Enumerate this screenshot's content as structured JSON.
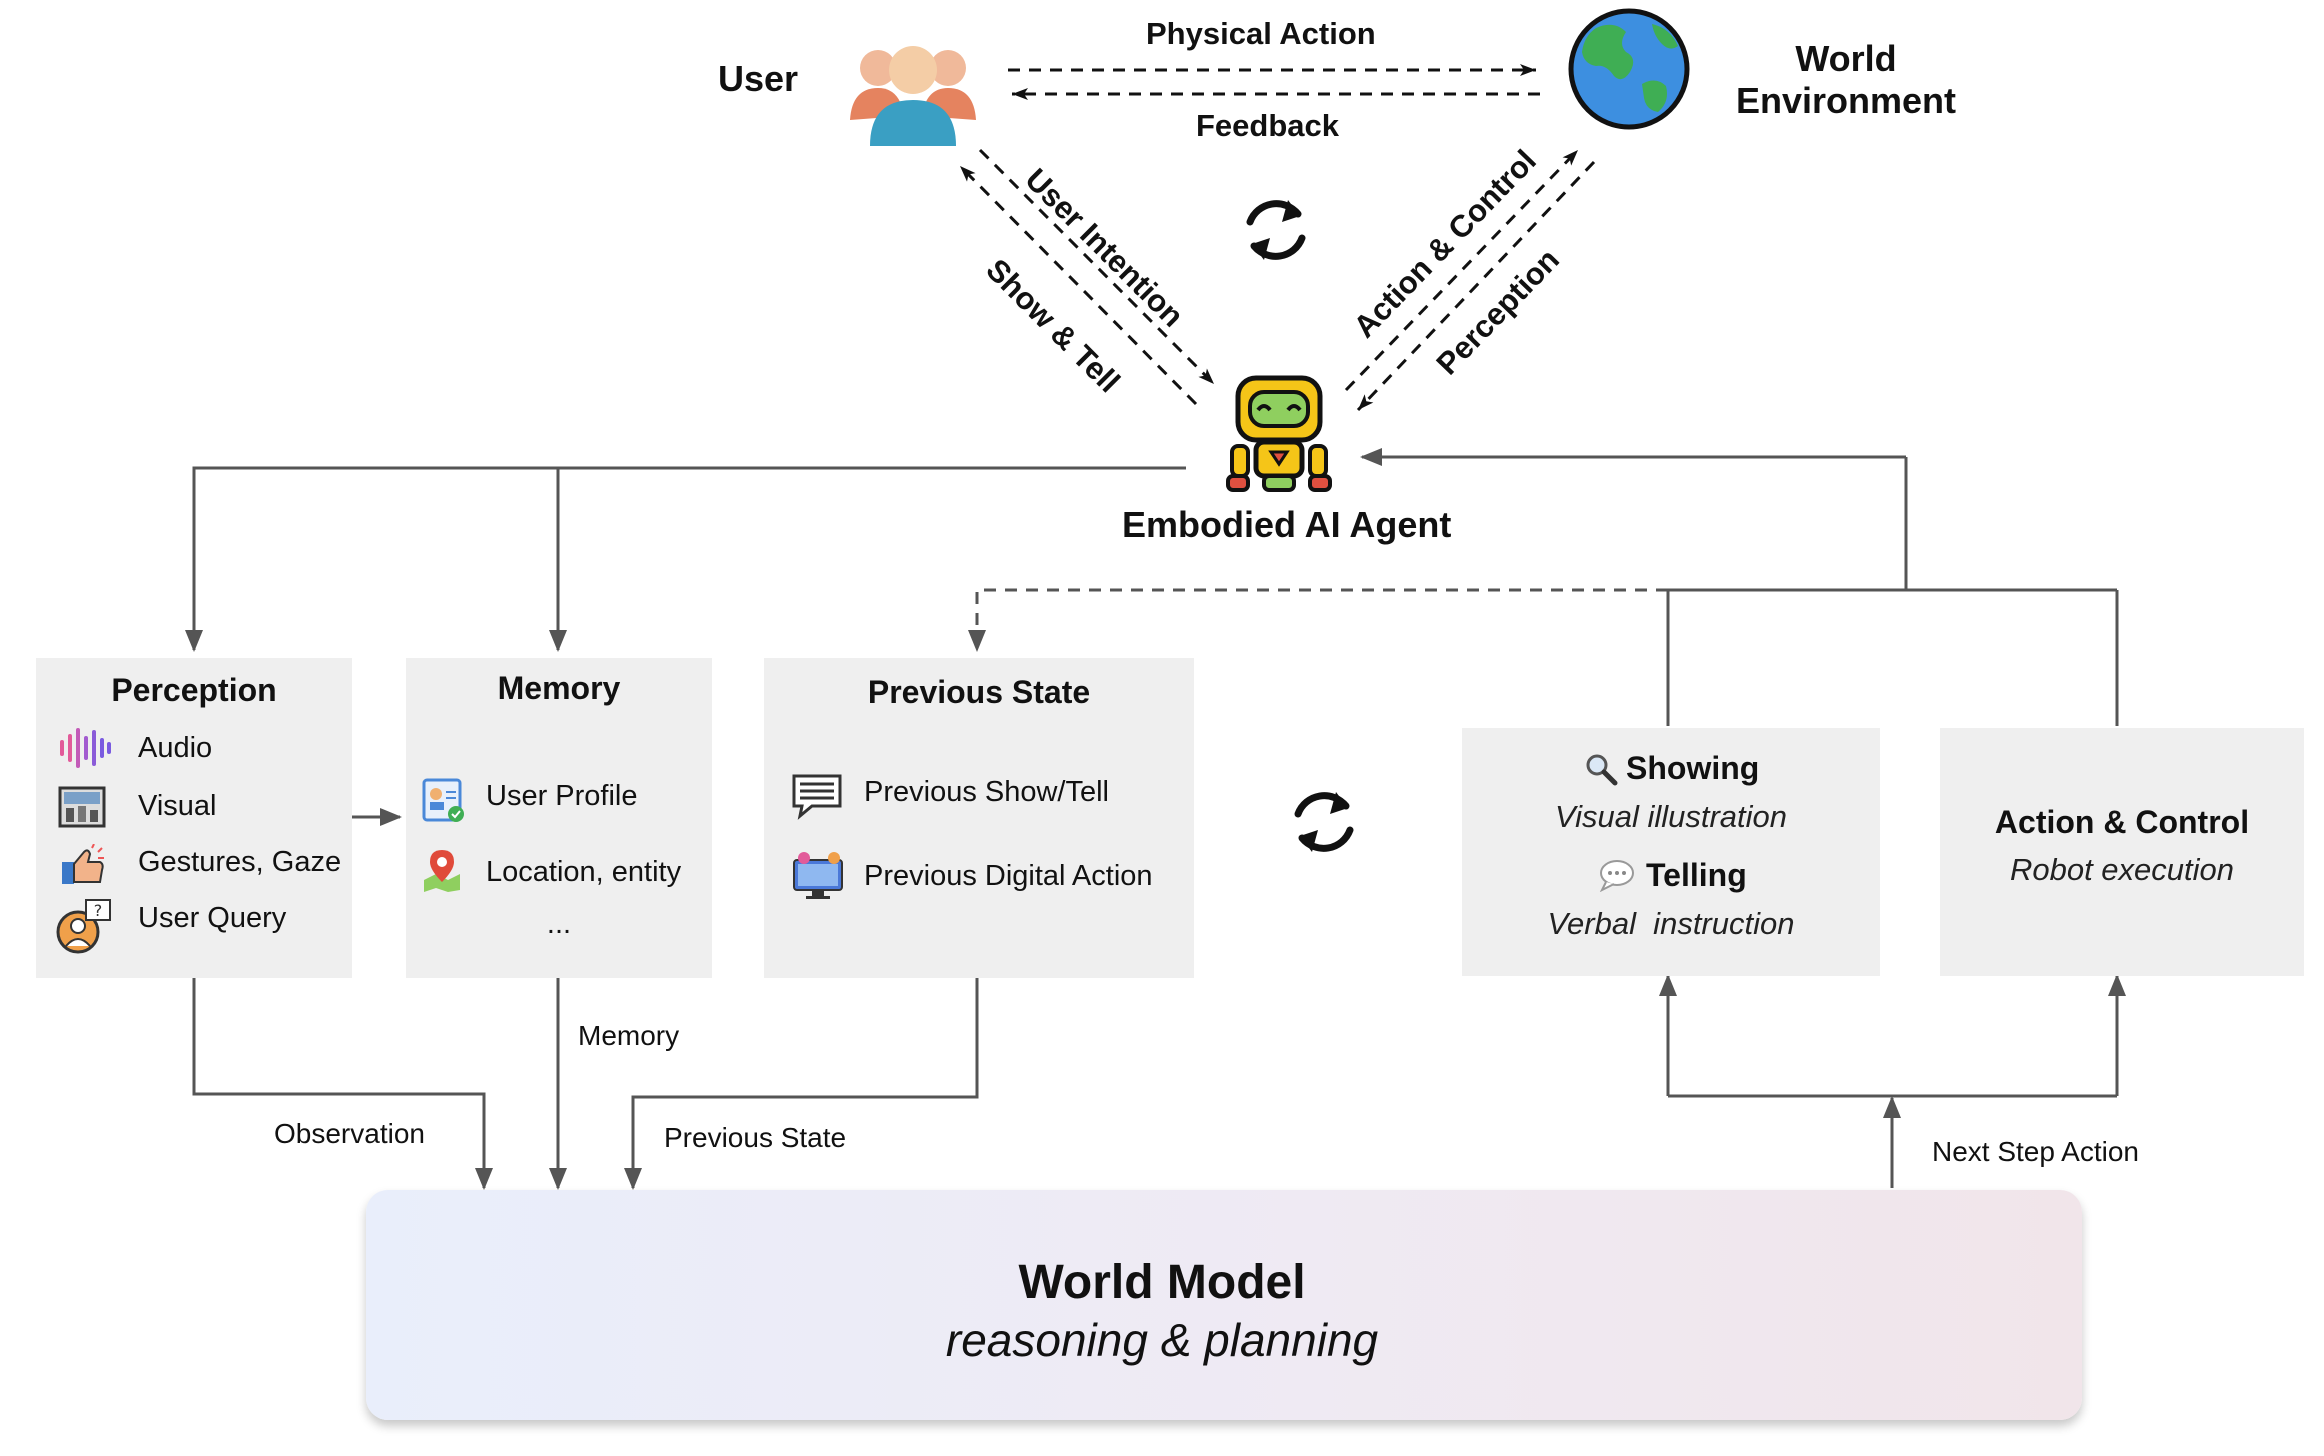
{
  "nodes": {
    "user": "User",
    "world_environment": [
      "World",
      "Environment"
    ],
    "agent": "Embodied AI Agent"
  },
  "edges": {
    "physical_action": "Physical Action",
    "feedback": "Feedback",
    "user_intention": "User Intention",
    "show_tell": "Show & Tell",
    "action_control": "Action & Control",
    "perception": "Perception",
    "memory": "Memory",
    "observation": "Observation",
    "previous_state": "Previous State",
    "next_step_action": "Next Step Action"
  },
  "perception_box": {
    "title": "Perception",
    "items": [
      {
        "label": "Audio",
        "icon": "audio-wave-icon"
      },
      {
        "label": "Visual",
        "icon": "visual-scene-icon"
      },
      {
        "label": "Gestures, Gaze",
        "icon": "gesture-hand-icon"
      },
      {
        "label": "User Query",
        "icon": "user-query-icon"
      }
    ]
  },
  "memory_box": {
    "title": "Memory",
    "items": [
      {
        "label": "User Profile",
        "icon": "user-profile-icon"
      },
      {
        "label": "Location, entity",
        "icon": "map-pin-icon"
      },
      {
        "label": "...",
        "icon": ""
      }
    ]
  },
  "previous_state_box": {
    "title": "Previous State",
    "items": [
      {
        "label": "Previous Show/Tell",
        "icon": "chat-lines-icon"
      },
      {
        "label": "Previous Digital Action",
        "icon": "monitor-icon"
      }
    ]
  },
  "showing_telling_box": {
    "showing": {
      "title": "Showing",
      "subtitle": "Visual illustration",
      "icon": "magnifier-icon"
    },
    "telling": {
      "title": "Telling",
      "subtitle": "Verbal  instruction",
      "icon": "speech-bubble-icon"
    }
  },
  "action_control_box": {
    "title": "Action & Control",
    "subtitle": "Robot execution"
  },
  "world_model": {
    "title": "World Model",
    "subtitle": "reasoning & planning"
  },
  "colors": {
    "box_fill": "#efefef",
    "connector": "#555555",
    "earth_ocean": "#3d8fe0",
    "earth_land": "#3fae54",
    "robot_body": "#f5c518",
    "user_orange": "#e5835f",
    "user_teal": "#3a9fc3"
  }
}
